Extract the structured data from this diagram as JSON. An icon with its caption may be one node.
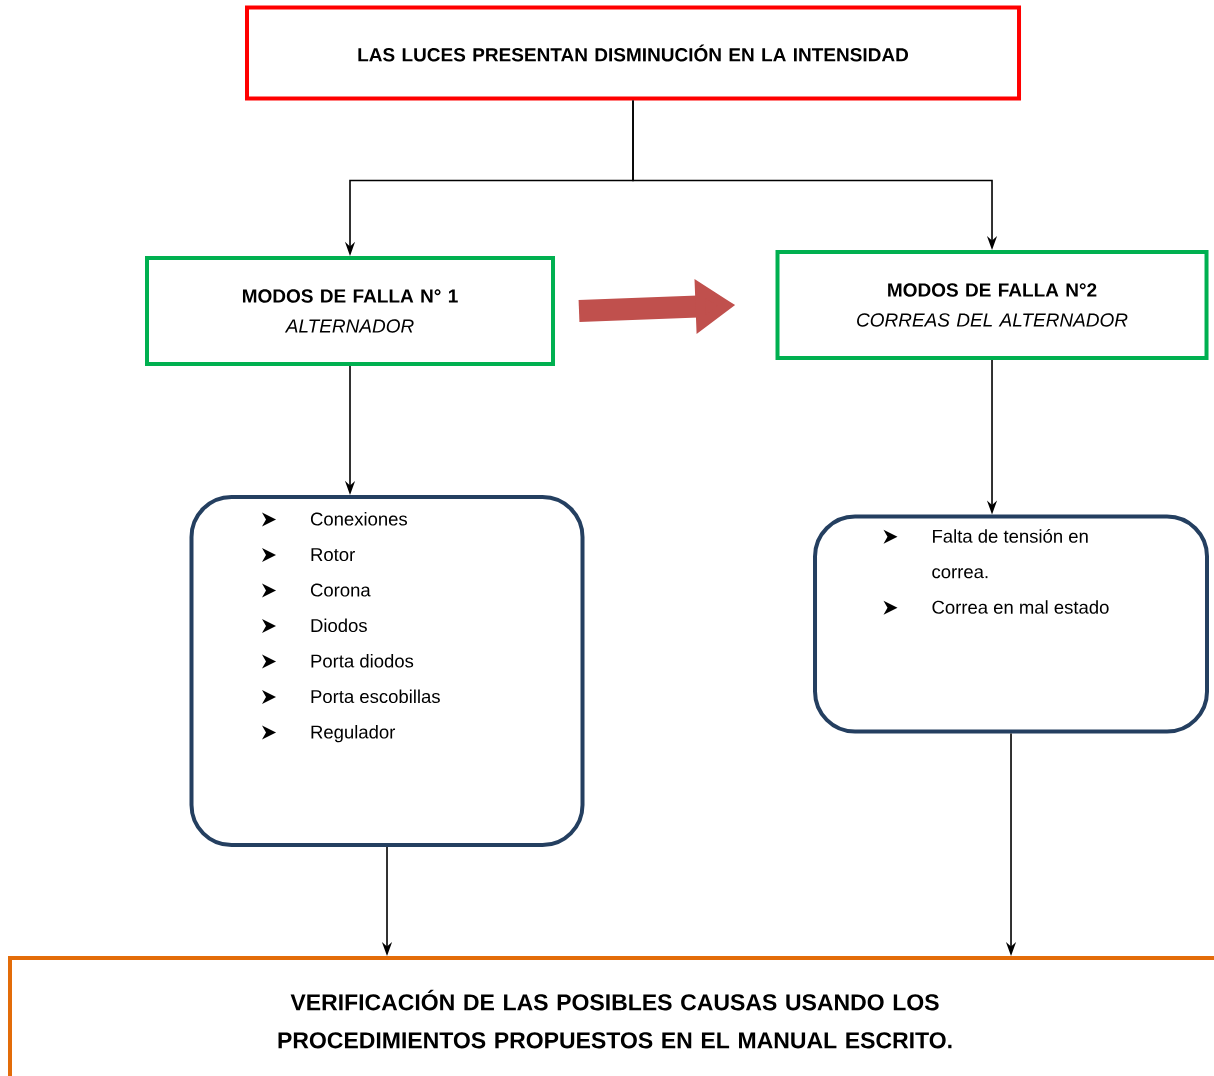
{
  "diagram": {
    "nodes": [
      {
        "text": [
          "LAS LUCES PRESENTAN DISMINUCIÓN EN LA INTENSIDAD"
        ]
      },
      {
        "text": [
          "MODOS DE FALLA  N° 1",
          "ALTERNADOR"
        ]
      },
      {
        "text": [
          "MODOS DE FALLA N°2",
          "CORREAS DEL ALTERNADOR"
        ]
      },
      {
        "text": [
          "Conexiones",
          "Rotor",
          "Corona",
          "Diodos",
          "Porta diodos",
          "Porta escobillas",
          "Regulador"
        ]
      },
      {
        "text": [
          "Falta de tensión en correa.",
          "Correa en mal estado"
        ]
      },
      {
        "text": [
          "VERIFICACIÓN DE LAS POSIBLES CAUSAS USANDO LOS PROCEDIMIENTOS PROPUESTOS EN EL MANUAL ESCRITO."
        ]
      }
    ],
    "edges": [
      {
        "from": 0,
        "to": 1,
        "arrow": "to"
      },
      {
        "from": 0,
        "to": 2,
        "arrow": "to"
      },
      {
        "from": 1,
        "to": 2,
        "arrow": "to",
        "style": "thick",
        "color": "#c0504d"
      },
      {
        "from": 1,
        "to": 3,
        "arrow": "to"
      },
      {
        "from": 2,
        "to": 4,
        "arrow": "to"
      },
      {
        "from": 3,
        "to": 5,
        "arrow": "to"
      },
      {
        "from": 4,
        "to": 5,
        "arrow": "to"
      }
    ]
  }
}
